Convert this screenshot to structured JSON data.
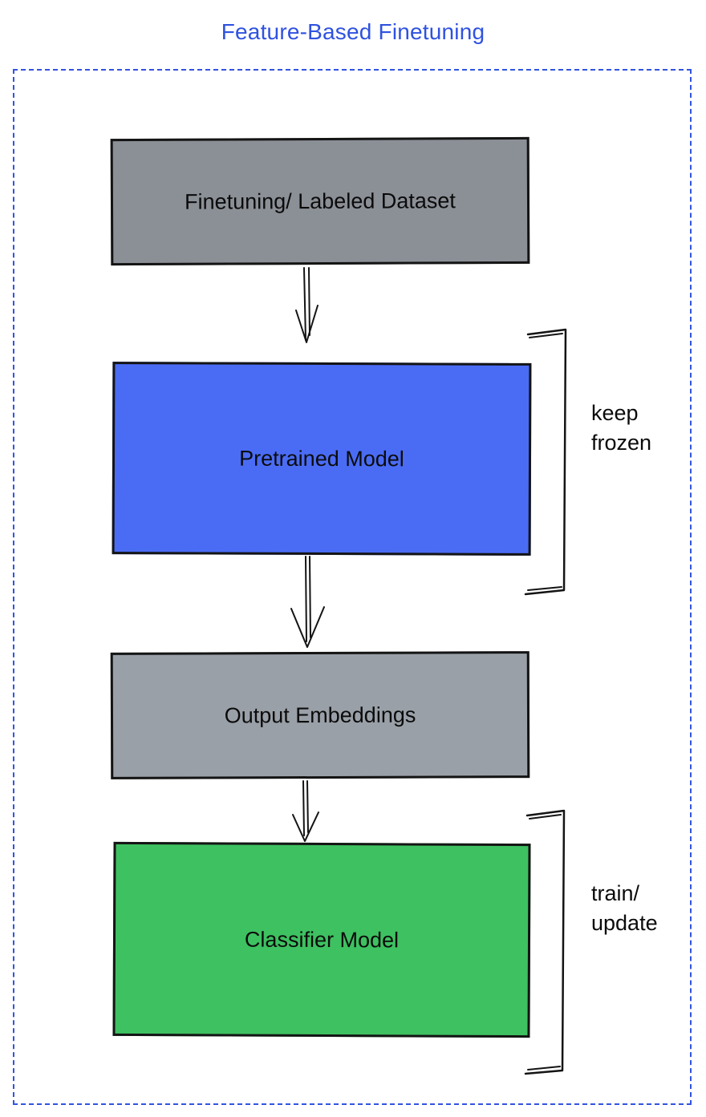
{
  "title": "Feature-Based Finetuning",
  "colors": {
    "accent": "#2f52e0",
    "frame_border": "#3254df",
    "node_dataset": "#8b8f96",
    "node_pretrained": "#4a6cf5",
    "node_embeddings": "#9aa0a8",
    "node_classifier": "#3ec161",
    "outline": "#141414"
  },
  "nodes": [
    {
      "id": "dataset",
      "label": "Finetuning/ Labeled Dataset"
    },
    {
      "id": "pretrained",
      "label": "Pretrained Model"
    },
    {
      "id": "embeddings",
      "label": "Output Embeddings"
    },
    {
      "id": "classifier",
      "label": "Classifier Model"
    }
  ],
  "annotations": [
    {
      "id": "keep-frozen",
      "label": "keep frozen"
    },
    {
      "id": "train-update",
      "label": "train/ update"
    }
  ],
  "edges": [
    {
      "from": "Finetuning/ Labeled Dataset",
      "to": "Pretrained Model"
    },
    {
      "from": "Pretrained Model",
      "to": "Output Embeddings"
    },
    {
      "from": "Output Embeddings",
      "to": "Classifier Model"
    }
  ]
}
